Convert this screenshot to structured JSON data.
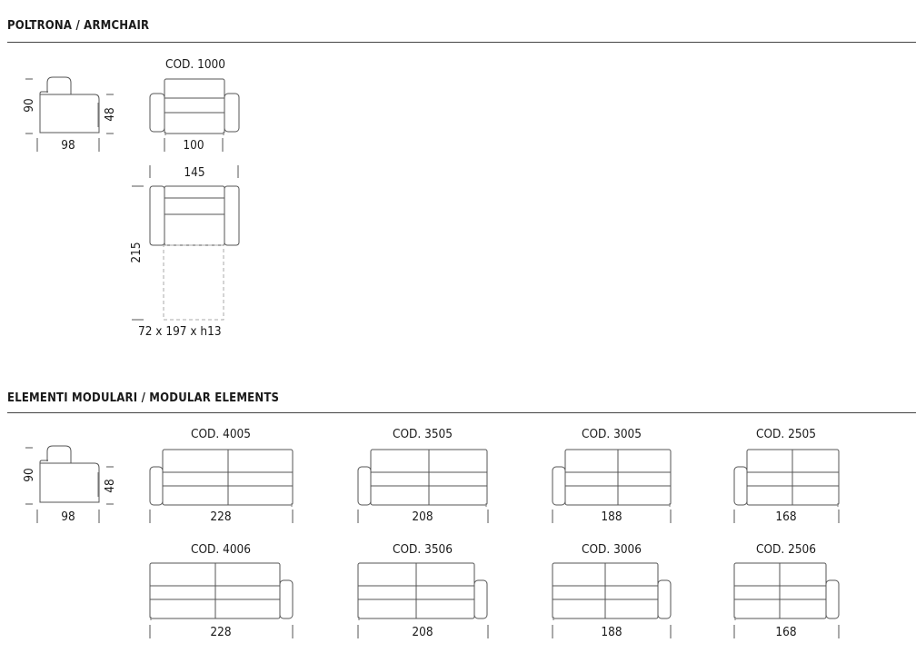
{
  "sections": {
    "armchair_title": "POLTRONA / ARMCHAIR",
    "modular_title": "ELEMENTI MODULARI / MODULAR ELEMENTS"
  },
  "armchair": {
    "side_height": "90",
    "side_seat_height": "48",
    "side_depth": "98",
    "code": "COD. 1000",
    "front_width": "100",
    "open_width": "145",
    "open_length": "215",
    "mattress": "72 x 197 x h13"
  },
  "modular": {
    "side_height": "90",
    "side_seat_height": "48",
    "side_depth": "98",
    "row1": [
      {
        "code": "COD. 4005",
        "width": "228"
      },
      {
        "code": "COD. 3505",
        "width": "208"
      },
      {
        "code": "COD. 3005",
        "width": "188"
      },
      {
        "code": "COD. 2505",
        "width": "168"
      }
    ],
    "row2": [
      {
        "code": "COD. 4006",
        "width": "228"
      },
      {
        "code": "COD. 3506",
        "width": "208"
      },
      {
        "code": "COD. 3006",
        "width": "188"
      },
      {
        "code": "COD. 2506",
        "width": "168"
      }
    ]
  }
}
